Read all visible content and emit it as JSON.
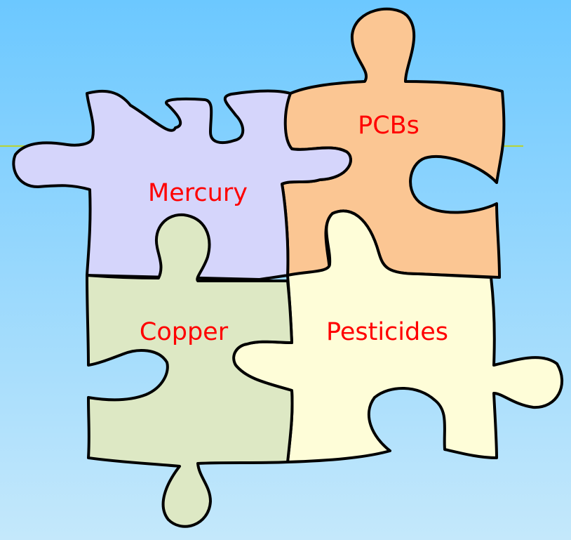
{
  "colors": {
    "background_top": "#6cc8ff",
    "background_bottom": "#c4e8fb",
    "rule_line": "#b7d334",
    "label_text": "#ff0000",
    "outline": "#000000"
  },
  "pieces": [
    {
      "label": "Mercury",
      "fill": "#d5d5fb"
    },
    {
      "label": "PCBs",
      "fill": "#fbc693"
    },
    {
      "label": "Copper",
      "fill": "#dde8c4"
    },
    {
      "label": "Pesticides",
      "fill": "#fefdd8"
    }
  ]
}
